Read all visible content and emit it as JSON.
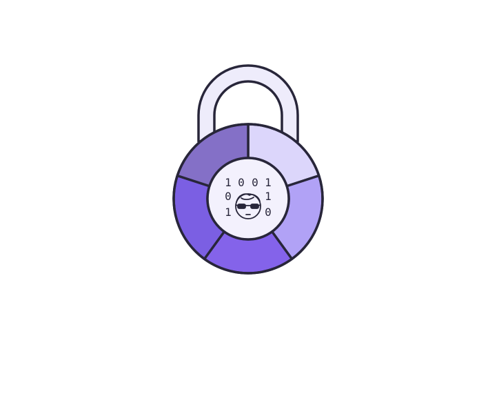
{
  "colors": {
    "outline": "#28263a",
    "shackle_fill": "#eeecfb",
    "center_fill": "#f3f1fd",
    "segment_top_left": "#8470c7",
    "segment_top_right": "#dcd6fb",
    "segment_right": "#b1a2f6",
    "segment_bottom": "#8463ea",
    "segment_left": "#7b5fe3"
  },
  "lock": {
    "segments": [
      {
        "name": "segment-top-left",
        "color_key": "segment_top_left"
      },
      {
        "name": "segment-top-right",
        "color_key": "segment_top_right"
      },
      {
        "name": "segment-right",
        "color_key": "segment_right"
      },
      {
        "name": "segment-bottom",
        "color_key": "segment_bottom"
      },
      {
        "name": "segment-left",
        "color_key": "segment_left"
      }
    ],
    "binary_rows": [
      {
        "a": "1",
        "b": "0",
        "c": "0",
        "d": "1"
      },
      {
        "a": "0",
        "b": "",
        "c": "",
        "d": "1"
      },
      {
        "a": "1",
        "b": "",
        "c": "",
        "d": "0"
      }
    ],
    "center_icon": "hacker-face-icon"
  }
}
